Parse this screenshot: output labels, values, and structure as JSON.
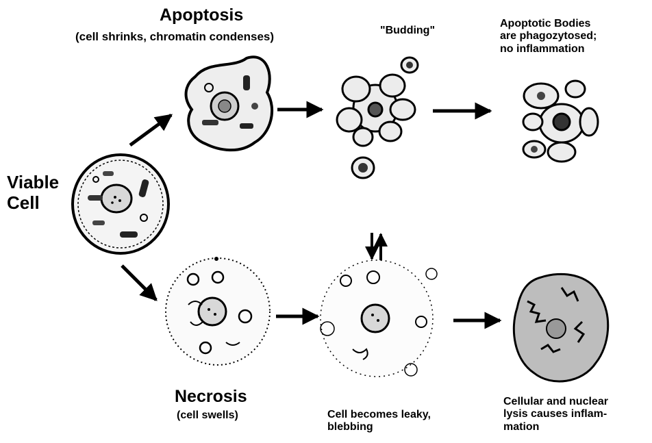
{
  "viable_cell": {
    "line1": "Viable",
    "line2": "Cell"
  },
  "apoptosis": {
    "title": "Apoptosis",
    "subtitle": "(cell shrinks, chromatin condenses)",
    "budding": "\"Budding\"",
    "bodies": {
      "line1": "Apoptotic Bodies",
      "line2": "are phagozytosed;",
      "line3": "no inflammation"
    }
  },
  "necrosis": {
    "title": "Necrosis",
    "subtitle": "(cell swells)",
    "leaky": {
      "line1": "Cell becomes leaky,",
      "line2": "blebbing"
    },
    "lysis": {
      "line1": "Cellular and nuclear",
      "line2": "lysis causes inflam-",
      "line3": "mation"
    }
  },
  "colors": {
    "ink": "#000000",
    "cell_fill": "#f4f4f4",
    "nucleus_fill": "#d8d8d8",
    "background": "#ffffff"
  }
}
